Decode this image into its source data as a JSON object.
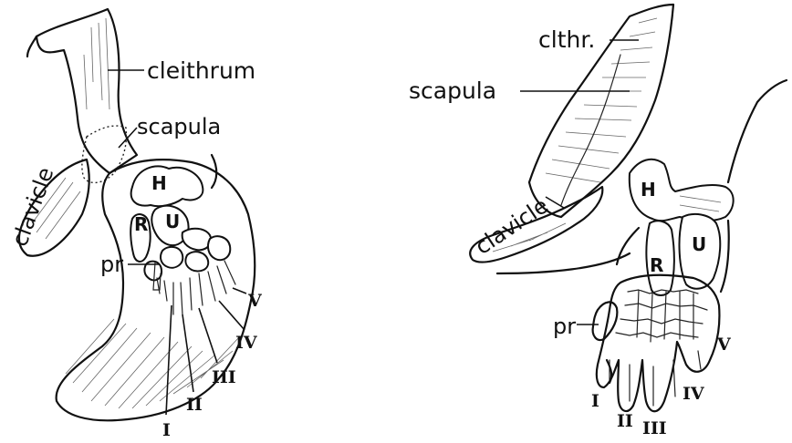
{
  "left_figure": {
    "labels": {
      "cleithrum": "cleithrum",
      "scapula": "scapula",
      "clavicle": "clavicle",
      "humerus": "H",
      "radius": "R",
      "ulna": "U",
      "prepollex": "pr",
      "digit_1": "I",
      "digit_2": "II",
      "digit_3": "III",
      "digit_4": "IV",
      "digit_5": "V"
    }
  },
  "right_figure": {
    "labels": {
      "cleithrum": "clthr.",
      "scapula": "scapula",
      "clavicle": "clavicle",
      "humerus": "H",
      "radius": "R",
      "ulna": "U",
      "prepollex": "pr",
      "digit_1": "I",
      "digit_2": "II",
      "digit_3": "III",
      "digit_4": "IV",
      "digit_5": "V"
    }
  }
}
